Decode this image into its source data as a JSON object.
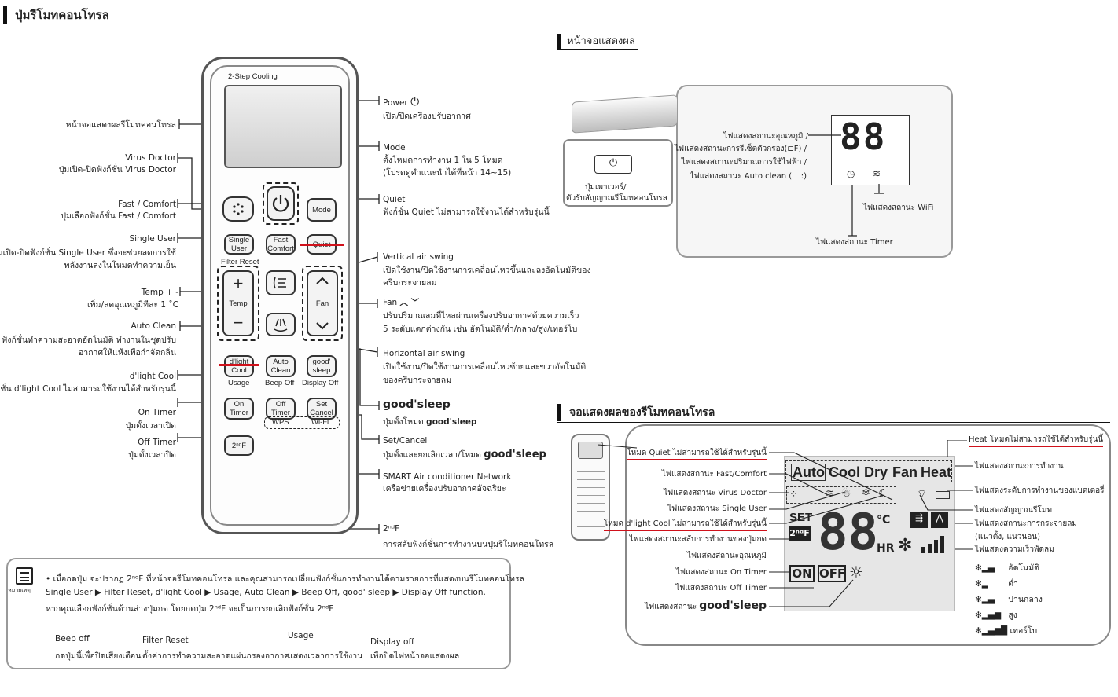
{
  "titles": {
    "remote": "ปุ่มรีโมทคอนโทรล",
    "display": "หน้าจอแสดงผล",
    "remote_display": "จอแสดงผลของรีโมทคอนโทรล"
  },
  "remote": {
    "header": "2-Step Cooling",
    "buttons": {
      "mode": "Mode",
      "single_user": "Single User",
      "fast_comfort": "Fast Comfort",
      "quiet": "Quiet",
      "temp": "Temp",
      "fan": "Fan",
      "dlight": "d'light Cool",
      "auto_clean": "Auto Clean",
      "good_sleep": "good' sleep",
      "on_timer": "On Timer",
      "off_timer": "Off Timer",
      "set_cancel": "Set Cancel",
      "second_f": "2ⁿᵈF"
    },
    "sublabels": {
      "filter_reset": "Filter Reset",
      "usage": "Usage",
      "beep_off": "Beep Off",
      "display_off": "Display Off",
      "wps": "WPS",
      "wifi": "Wi-Fi"
    }
  },
  "left_labels": {
    "screen": "หน้าจอแสดงผลรีโมทคอนโทรล",
    "virus_title": "Virus Doctor",
    "virus_desc": "ปุ่มเปิด-ปิดฟังก์ชั่น Virus Doctor",
    "fast_title": "Fast / Comfort",
    "fast_desc": "ปุ่มเลือกฟังก์ชั่น Fast / Comfort",
    "single_title": "Single User",
    "single_desc1": "ปุ่มเปิด-ปิดฟังก์ชั่น Single User ซึ่งจะช่วยลดการใช้",
    "single_desc2": "พลังงานลงในโหมดทำความเย็น",
    "temp_title": "Temp + -",
    "temp_desc": "เพิ่ม/ลดอุณหภูมิทีละ 1 ˚C",
    "autoclean_title": "Auto Clean",
    "autoclean_desc1": "ฟังก์ชั่นทำความสะอาดอัตโนมัติ ทำงานในชุดปรับ",
    "autoclean_desc2": "อากาศให้แห้งเพื่อกำจัดกลิ่น",
    "dlight_title": "d'light Cool",
    "dlight_desc": "ฟังก์ชั่น d'light Cool ไม่สามารถใช้งานได้สำหรับรุ่นนี้",
    "ontimer_title": "On Timer",
    "ontimer_desc": "ปุ่มตั้งเวลาเปิด",
    "offtimer_title": "Off Timer",
    "offtimer_desc": "ปุ่มตั้งเวลาปิด"
  },
  "right_labels": {
    "power_title": "Power",
    "power_desc": "เปิด/ปิดเครื่องปรับอากาศ",
    "mode_title": "Mode",
    "mode_desc1": "ตั้งโหมดการทำงาน 1 ใน 5 โหมด",
    "mode_desc2": "(โปรดดูคำแนะนำได้ที่หน้า 14~15)",
    "quiet_title": "Quiet",
    "quiet_desc": "ฟังก์ชั่น Quiet ไม่สามารถใช้งานได้สำหรับรุ่นนี้",
    "vswing_title": "Vertical air swing",
    "vswing_desc1": "เปิดใช้งาน/ปิดใช้งานการเคลื่อนไหวขึ้นและลงอัตโนมัติของ",
    "vswing_desc2": "ครีบกระจายลม",
    "fan_title": "Fan",
    "fan_desc1": "ปรับปริมาณลมที่ไหลผ่านเครื่องปรับอากาศด้วยความเร็ว",
    "fan_desc2": "5 ระดับแตกต่างกัน เช่น อัตโนมัติ/ต่ำ/กลาง/สูง/เทอร์โบ",
    "hswing_title": "Horizontal air swing",
    "hswing_desc1": "เปิดใช้งาน/ปิดใช้งานการเคลื่อนไหวซ้ายและขวาอัตโนมัติ",
    "hswing_desc2": "ของครีบกระจายลม",
    "goodsleep_title": "good'sleep",
    "goodsleep_desc_pre": "ปุ่มตั้งโหมด ",
    "goodsleep_desc_brand": "good'sleep",
    "setcancel_title": "Set/Cancel",
    "setcancel_desc_pre": "ปุ่มตั้งและยกเลิกเวลา/โหมด ",
    "setcancel_desc_brand": "good'sleep",
    "smart_title": "SMART Air conditioner Network",
    "smart_desc": "เครือข่ายเครื่องปรับอากาศอัจฉริยะ",
    "secondf_title": "2ⁿᵈF",
    "secondf_desc": "การสลับฟังก์ชั่นการทำงานบนปุ่มรีโมทคอนโทรล"
  },
  "note": {
    "icon_label": "หมายเหตุ",
    "line1": "•  เมื่อกดปุ่ม จะปรากฏ 2ⁿᵈF ที่หน้าจอรีโมทคอนโทรล และคุณสามารถเปลี่ยนฟังก์ชั่นการทำงานได้ตามรายการที่แสดงบนรีโมทคอนโทรล",
    "line2": "Single User ▶ Filter Reset, d'light Cool ▶ Usage, Auto Clean ▶ Beep Off, good' sleep ▶ Display Off function.",
    "line3": "หากคุณเลือกฟังก์ชั่นด้านล่างปุ่มกด โดยกดปุ่ม 2ⁿᵈF จะเป็นการยกเลิกฟังก์ชั่น 2ⁿᵈF",
    "items": [
      {
        "title": "Beep off",
        "desc": "กดปุ่มนี้เพื่อปิดเสียงเตือน"
      },
      {
        "title": "Filter Reset",
        "desc": "ตั้งค่าการทำความสะอาดแผ่นกรองอากาศ"
      },
      {
        "title": "Usage",
        "desc": "แสดงเวลาการใช้งาน"
      },
      {
        "title": "Display off",
        "desc": "เพื่อปิดไฟหน้าจอแสดงผล"
      }
    ]
  },
  "indoor": {
    "popup1": "ปุ่มเพาเวอร์/",
    "popup2": "ตัวรับสัญญาณรีโมทคอนโทรล",
    "digits": "88",
    "temp_label": "ไฟแสดงสถานะอุณหภูมิ /",
    "filter_label": "ไฟแสดงสถานะการรีเซ็ตตัวกรอง(⊏F) /",
    "power_label": "ไฟแสดงสถานะปริมาณการใช้ไฟฟ้า /",
    "autoclean_label": "ไฟแสดงสถานะ Auto clean (⊏ :)",
    "wifi_label": "ไฟแสดงสถานะ WiFi",
    "timer_label": "ไฟแสดงสถานะ Timer"
  },
  "lcd": {
    "modes": [
      "Auto",
      "Cool",
      "Dry",
      "Fan",
      "Heat"
    ],
    "set": "SET",
    "second_f": "2ⁿᵈF",
    "digits": "88",
    "unit": "°C",
    "hr": "HR",
    "on": "ON",
    "off": "OFF",
    "labels_left": {
      "quiet": "โหมด Quiet ไม่สามารถใช้ได้สำหรับรุ่นนี้",
      "fast": "ไฟแสดงสถานะ Fast/Comfort",
      "virus": "ไฟแสดงสถานะ Virus Doctor",
      "single": "ไฟแสดงสถานะ Single User",
      "dlight": "โหมด d'light Cool ไม่สามารถใช้ได้สำหรับรุ่นนี้",
      "secondf": "ไฟแสดงสถานะสลับการทำงานของปุ่มกด",
      "temp": "ไฟแสดงสถานะอุณหภูมิ",
      "ontimer": "ไฟแสดงสถานะ On Timer",
      "offtimer": "ไฟแสดงสถานะ Off Timer",
      "goodsleep_pre": "ไฟแสดงสถานะ ",
      "goodsleep_brand": "good'sleep"
    },
    "labels_right": {
      "heat": "Heat โหมดไม่สามารถใช้ได้สำหรับรุ่นนี้",
      "mode": "ไฟแสดงสถานะการทำงาน",
      "battery": "ไฟแสดงระดับการทำงานของแบตเตอรี่",
      "signal": "ไฟแสดงสัญญาณรีโมท",
      "swing1": "ไฟแสดงสถานะการกระจายลม",
      "swing2": "(แนวตั้ง, แนวนอน)",
      "fanspeed": "ไฟแสดงความเร็วพัดลม"
    },
    "speeds": [
      "อัตโนมัติ",
      "ต่ำ",
      "ปานกลาง",
      "สูง",
      "เทอร์โบ"
    ]
  },
  "colors": {
    "accent_red": "#d0111b",
    "text": "#222222"
  }
}
